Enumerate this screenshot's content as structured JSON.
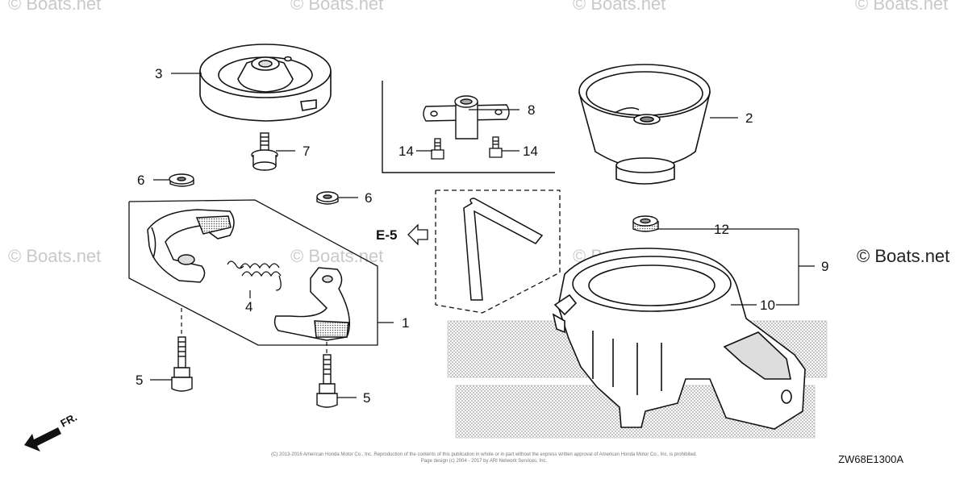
{
  "watermark": {
    "text": "© Boats.net"
  },
  "callouts": {
    "c1": "1",
    "c2": "2",
    "c3": "3",
    "c4": "4",
    "c5a": "5",
    "c5b": "5",
    "c6a": "6",
    "c6b": "6",
    "c7": "7",
    "c8": "8",
    "c9": "9",
    "c10": "10",
    "c12": "12",
    "c14a": "14",
    "c14b": "14"
  },
  "reference": {
    "label": "E-5"
  },
  "direction": {
    "label": "FR."
  },
  "footer": {
    "line1": "(C) 2013-2016 American Honda Motor Co., Inc. Reproduction of the contents of this publication in whole or in part without the express written approval of American Honda Motor Co., Inc. is prohibited.",
    "line2": "Page design (c) 2004 - 2017 by ARI Network Services, Inc."
  },
  "diagram_code": "ZW68E1300A",
  "colors": {
    "line": "#111111",
    "watermark": "#c9c9c9",
    "stipple": "#9a9a9a"
  },
  "icons": [
    "arrow-left-icon",
    "front-direction-arrow-icon"
  ]
}
